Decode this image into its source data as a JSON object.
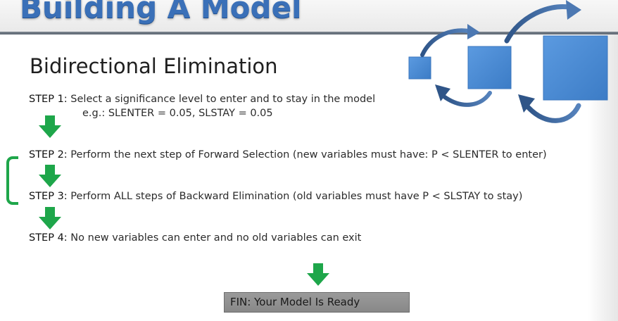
{
  "slide": {
    "title": "Building A Model",
    "subtitle": "Bidirectional Elimination"
  },
  "steps": [
    {
      "label": "STEP 1:",
      "text": " Select a significance level to enter and to stay in the model"
    },
    {
      "label": "STEP 2:",
      "text": " Perform the next step of Forward Selection (new variables must have: P < SLENTER to enter)"
    },
    {
      "label": "STEP 3:",
      "text": " Perform ALL steps of Backward Elimination (old variables must have P < SLSTAY to stay)"
    },
    {
      "label": "STEP 4:",
      "text": " No new variables can enter and no old variables can exit"
    }
  ],
  "step1_example": "e.g.: SLENTER = 0.05, SLSTAY = 0.05",
  "fin": {
    "label": "FIN:",
    "text": " Your Model Is Ready"
  },
  "colors": {
    "title_blue": "#3a70b8",
    "arrow_green": "#1ea64a",
    "square_blue": "#4f8fd6",
    "curve_arrow_blue": "#3f6aa0",
    "fin_gray": "#8f8f8f"
  },
  "icons": {
    "down_arrow": "green-down-arrow-icon",
    "loop": "green-loop-bracket",
    "decoration": "growing-squares-with-circular-arrows"
  }
}
